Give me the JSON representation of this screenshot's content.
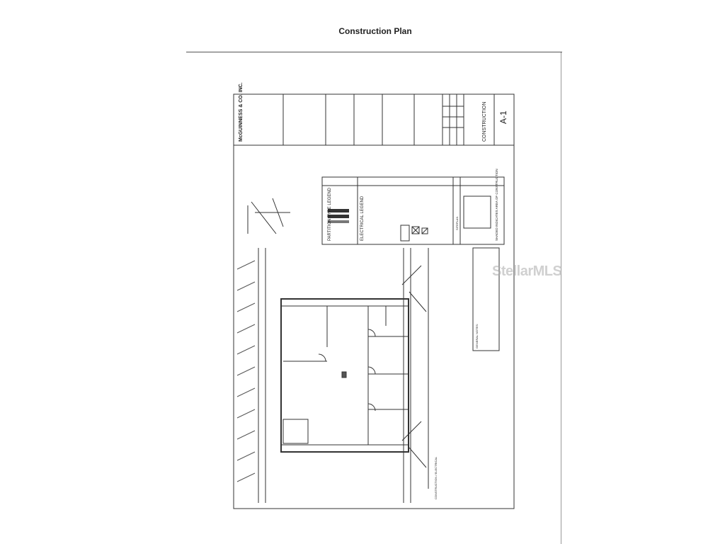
{
  "page": {
    "title": "Construction Plan"
  },
  "drawing": {
    "firm_name": "McGUINNESS & CO. INC.",
    "sheet_title": "CONSTRUCTION",
    "sheet_number": "A-1",
    "partition_legend_title": "PARTITION TYPE LEGEND",
    "electrical_legend_title": "ELECTRICAL LEGEND",
    "siteplan_title": "SITEPLAN",
    "siteplan_note": "SHADED INDICATES AREA OF CONSTRUCTION",
    "general_notes_title": "GENERAL NOTES:",
    "plan_label": "CONSTRUCTION / ELECTRICAL"
  },
  "watermark": "StellarMLS"
}
